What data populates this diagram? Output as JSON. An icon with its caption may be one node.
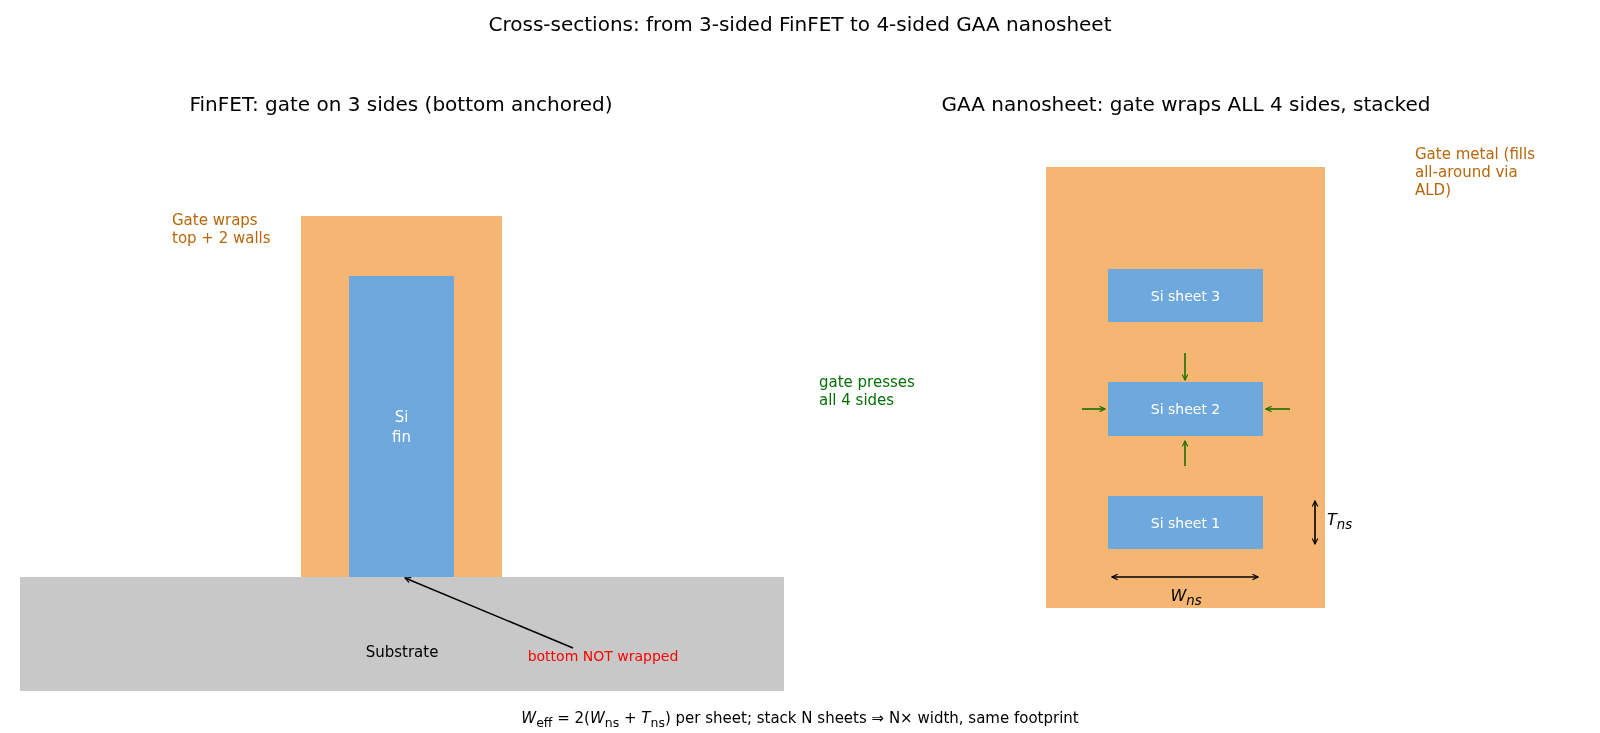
{
  "diagram": {
    "title": "Cross-sections: from 3-sided FinFET to 4-sided GAA nanosheet",
    "caption": "*W*$_{eff}$ = 2(*W*$_{ns}$ + *T*$_{ns}$) per sheet;  stack N sheets ⇒ N× width, same footprint",
    "nodes": [
      {
        "text": [],
        "shape": "box"
      },
      {
        "text": [
          "Si fin"
        ],
        "in": 0
      },
      {
        "text": [
          "Substrate"
        ]
      },
      {
        "text": [
          "bottom NOT wrapped"
        ],
        "in": 2
      },
      {
        "text": [],
        "shape": "box"
      },
      {
        "text": [
          "Si sheet 3"
        ],
        "in": 4
      },
      {
        "text": [
          "Si sheet 2"
        ],
        "in": 4
      },
      {
        "text": [
          "Si sheet 1"
        ],
        "in": 4
      }
    ],
    "edges": [
      {
        "from": 3,
        "to": 1,
        "arrow": "to"
      }
    ],
    "labels": [
      "FinFET: gate on 3 sides (bottom anchored)",
      "GAA nanosheet: gate wraps ALL 4 sides, stacked",
      "Gate metal (fills all-around via ALD)",
      "Gate wraps top + 2 walls",
      "gate presses all 4 sides",
      "T$_{ns}$",
      "W$_{ns}$"
    ]
  }
}
